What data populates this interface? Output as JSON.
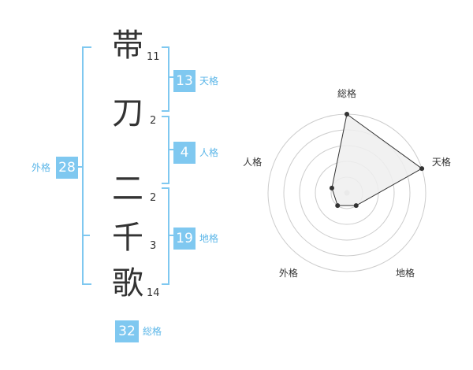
{
  "name_chars": [
    {
      "char": "帯",
      "strokes": "11"
    },
    {
      "char": "刀",
      "strokes": "2"
    },
    {
      "char": "二",
      "strokes": "2"
    },
    {
      "char": "千",
      "strokes": "3"
    },
    {
      "char": "歌",
      "strokes": "14"
    }
  ],
  "fortunes": {
    "tenkaku": {
      "value": "13",
      "label": "天格"
    },
    "jinkaku": {
      "value": "4",
      "label": "人格"
    },
    "chikaku": {
      "value": "19",
      "label": "地格"
    },
    "gaikaku": {
      "value": "28",
      "label": "外格"
    },
    "soukaku": {
      "value": "32",
      "label": "総格"
    }
  },
  "colors": {
    "accent": "#7fc8f0",
    "accent_text": "#5bb6e8",
    "text": "#333333",
    "ring": "#cccccc",
    "polygon_fill": "#efefef"
  },
  "chart_data": {
    "type": "radar",
    "axes": [
      "総格",
      "天格",
      "地格",
      "外格",
      "人格"
    ],
    "levels": 5,
    "values": [
      5,
      5,
      1,
      1,
      1
    ]
  }
}
